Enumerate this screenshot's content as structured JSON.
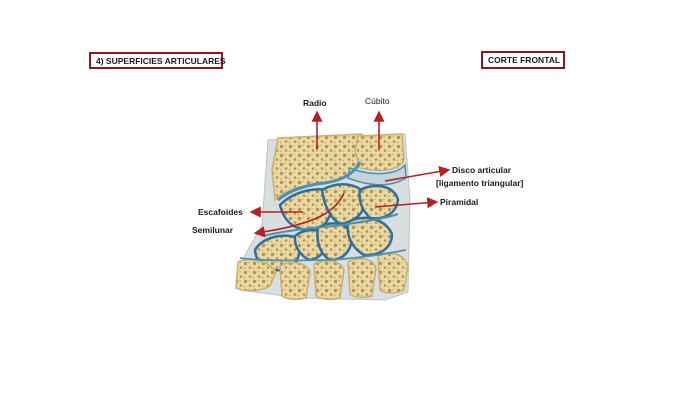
{
  "header": {
    "section_title": "4) SUPERFICIES ARTICULARES",
    "view_label": "CORTE FRONTAL"
  },
  "labels": {
    "radio": "Radio",
    "cubito": "Cúbito",
    "disco_line1": "Disco articular",
    "disco_line2": "[ligamento triangular]",
    "piramidal": "Piramidal",
    "escafoides": "Escafoides",
    "semilunar": "Semilunar"
  },
  "colors": {
    "arrow": "#b22222",
    "bone": "#e3cf92",
    "cartilage": "#4a90b8",
    "frame_border": "#8b1a1a"
  }
}
